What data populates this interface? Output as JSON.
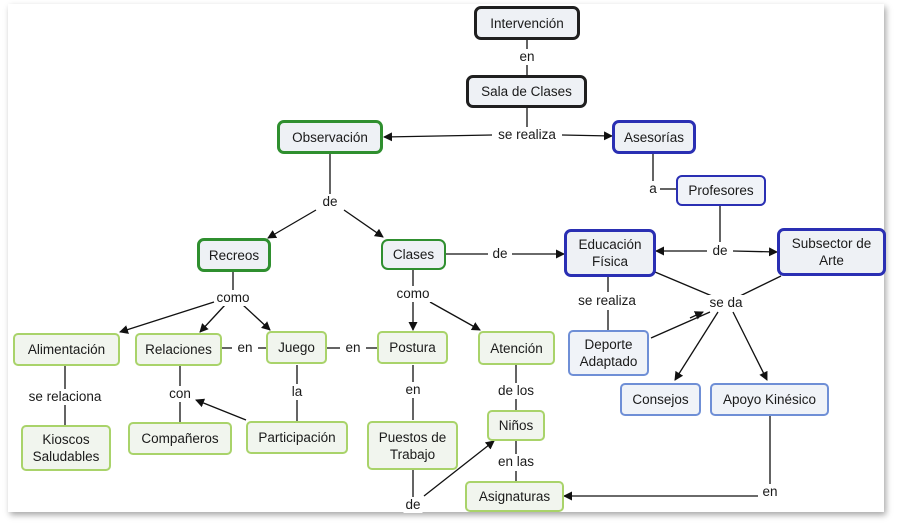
{
  "nodes": {
    "intervencion": "Intervención",
    "sala": "Sala de Clases",
    "observacion": "Observación",
    "asesorias": "Asesorías",
    "profesores": "Profesores",
    "recreos": "Recreos",
    "clases": "Clases",
    "educacion": "Educación Física",
    "subsector": "Subsector de Arte",
    "alimentacion": "Alimentación",
    "relaciones": "Relaciones",
    "juego": "Juego",
    "postura": "Postura",
    "atencion": "Atención",
    "deporte": "Deporte Adaptado",
    "consejos": "Consejos",
    "apoyo": "Apoyo Kinésico",
    "kioscos": "Kioscos Saludables",
    "companeros": "Compañeros",
    "participacion": "Participación",
    "puestos": "Puestos de Trabajo",
    "ninos": "Niños",
    "asignaturas": "Asignaturas"
  },
  "links": {
    "en_1": "en",
    "se_realiza_1": "se realiza",
    "a": "a",
    "de_1": "de",
    "de_2": "de",
    "de_3": "de",
    "como_1": "como",
    "como_2": "como",
    "se_realiza_2": "se realiza",
    "se_da": "se da",
    "en_2": "en",
    "en_3": "en",
    "se_relaciona": "se relaciona",
    "con": "con",
    "la": "la",
    "en_4": "en",
    "de_los": "de los",
    "en_las": "en las",
    "de_4": "de",
    "en_5": "en"
  },
  "colors": {
    "black_border": "#1f1f1f",
    "dark_green_border": "#2f8f2f",
    "light_green_border": "#a9d36a",
    "dark_blue_border": "#2a2fb3",
    "light_blue_border": "#6f8fd6"
  }
}
